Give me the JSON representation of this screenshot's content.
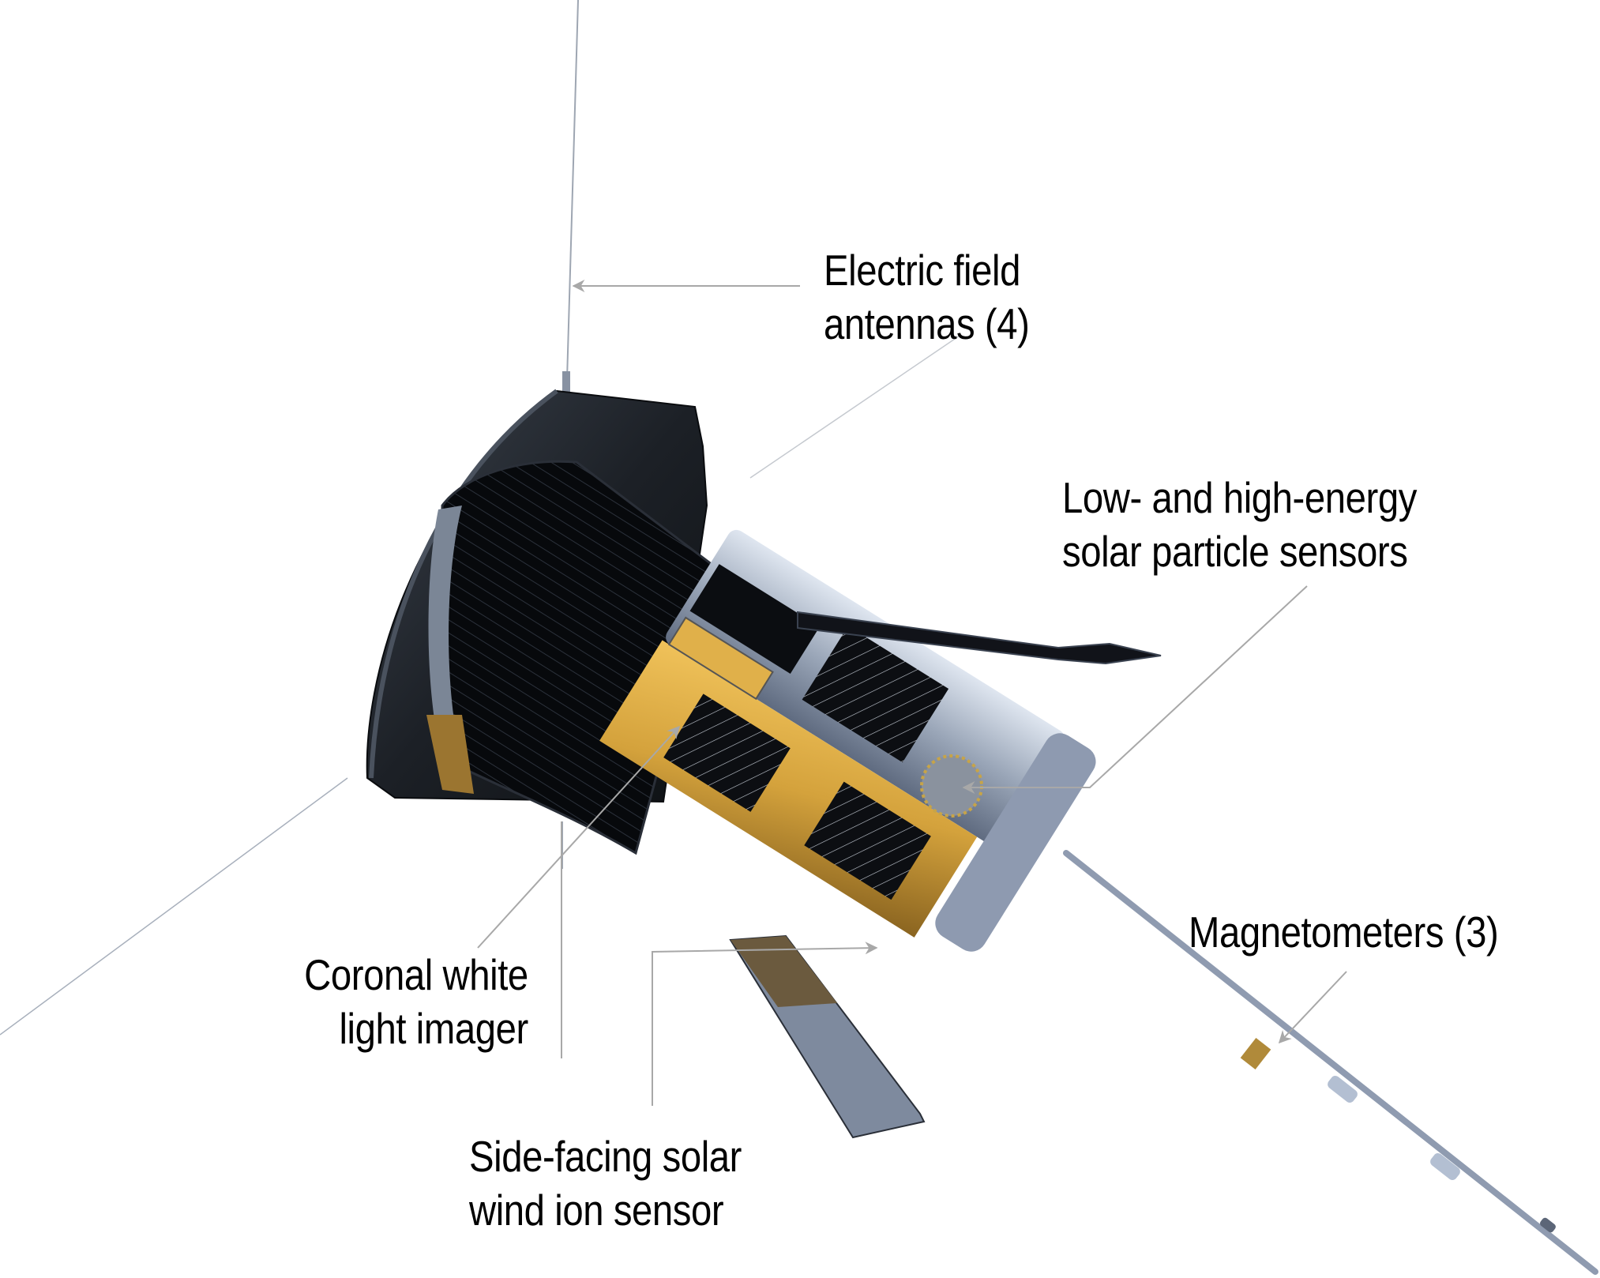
{
  "diagram": {
    "subject": "Solar probe spacecraft with labeled instruments",
    "background": "#ffffff",
    "leader_color": "#a8a8a8",
    "colors": {
      "heat_shield": "#1c2026",
      "heat_shield_edge": "#3a414b",
      "radiator_cone": "#0a0d12",
      "bus_silver": "#9aa6b8",
      "bus_gold": "#d4a23c",
      "solar_panel": "#111319",
      "boom": "#8f9bb0"
    }
  },
  "labels": [
    {
      "id": "electric-field-antennas",
      "lines": [
        "Electric field",
        "antennas (4)"
      ]
    },
    {
      "id": "solar-particle-sensors",
      "lines": [
        "Low- and high-energy",
        "solar particle sensors"
      ]
    },
    {
      "id": "magnetometers",
      "lines": [
        "Magnetometers (3)"
      ]
    },
    {
      "id": "coronal-imager",
      "lines": [
        "Coronal white",
        "light imager"
      ]
    },
    {
      "id": "solar-wind-ion-sensor",
      "lines": [
        "Side-facing solar",
        "wind ion sensor"
      ]
    }
  ]
}
